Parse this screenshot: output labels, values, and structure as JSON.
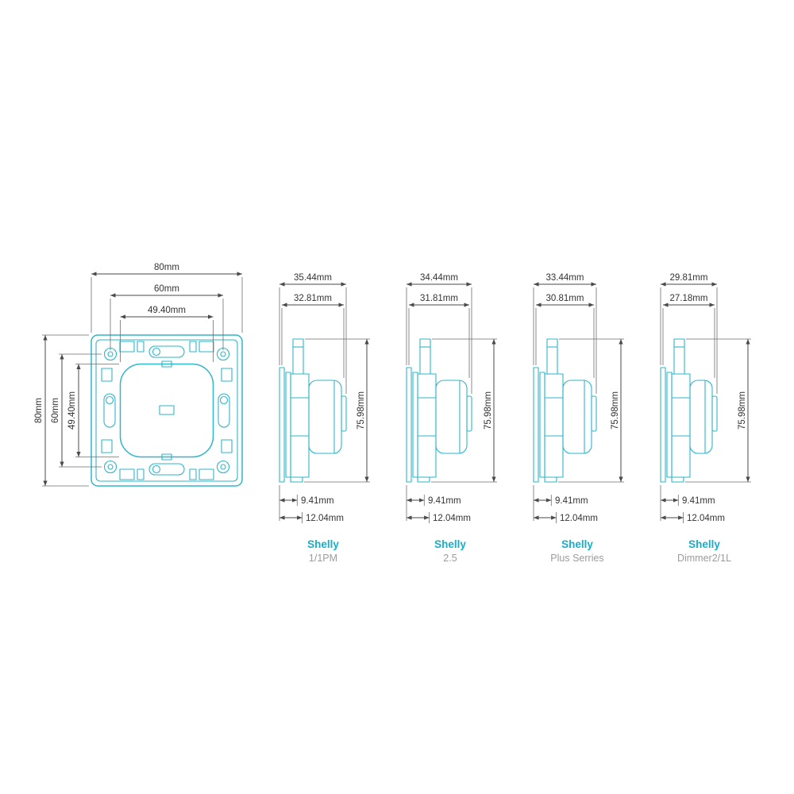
{
  "palette": {
    "drawing_teal": "#2eb6ca",
    "dimension_gray": "#4a4a4a",
    "label_dark": "#333333",
    "brand_teal": "#16aeca",
    "model_gray": "#9b9b9b"
  },
  "front_view": {
    "dims": {
      "top": [
        "80mm",
        "60mm",
        "49.40mm"
      ],
      "left": [
        "80mm",
        "60mm",
        "49.40mm"
      ]
    }
  },
  "side_views": [
    {
      "brand": "Shelly",
      "model": "1/1PM",
      "width_outer": "35.44mm",
      "width_inner": "32.81mm",
      "height": "75.98mm",
      "depth_inner": "9.41mm",
      "depth_outer": "12.04mm"
    },
    {
      "brand": "Shelly",
      "model": "2.5",
      "width_outer": "34.44mm",
      "width_inner": "31.81mm",
      "height": "75.98mm",
      "depth_inner": "9.41mm",
      "depth_outer": "12.04mm"
    },
    {
      "brand": "Shelly",
      "model": "Plus Serries",
      "width_outer": "33.44mm",
      "width_inner": "30.81mm",
      "height": "75.98mm",
      "depth_inner": "9.41mm",
      "depth_outer": "12.04mm"
    },
    {
      "brand": "Shelly",
      "model": "Dimmer2/1L",
      "width_outer": "29.81mm",
      "width_inner": "27.18mm",
      "height": "75.98mm",
      "depth_inner": "9.41mm",
      "depth_outer": "12.04mm"
    }
  ]
}
